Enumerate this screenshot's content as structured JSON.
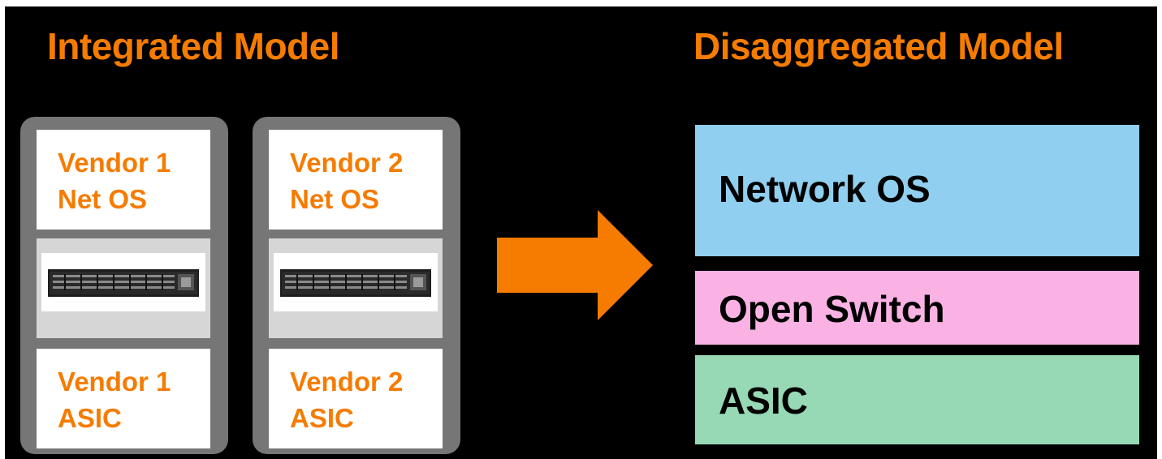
{
  "integrated": {
    "title": "Integrated Model",
    "stacks": [
      {
        "os_line1": "Vendor 1",
        "os_line2": "Net OS",
        "asic_line1": "Vendor 1",
        "asic_line2": "ASIC"
      },
      {
        "os_line1": "Vendor 2",
        "os_line2": "Net OS",
        "asic_line1": "Vendor 2",
        "asic_line2": "ASIC"
      }
    ]
  },
  "disaggregated": {
    "title": "Disaggregated Model",
    "layers": [
      "Network OS",
      "Open Switch",
      "ASIC"
    ]
  },
  "colors": {
    "accent": "#f57c00",
    "background": "#000000",
    "stack_frame": "#767676",
    "network_os": "#90cfef",
    "open_switch": "#f9b2e3",
    "asic": "#97d8b5"
  },
  "icons": {
    "transition": "right-arrow-icon",
    "hardware": "network-switch-icon"
  }
}
